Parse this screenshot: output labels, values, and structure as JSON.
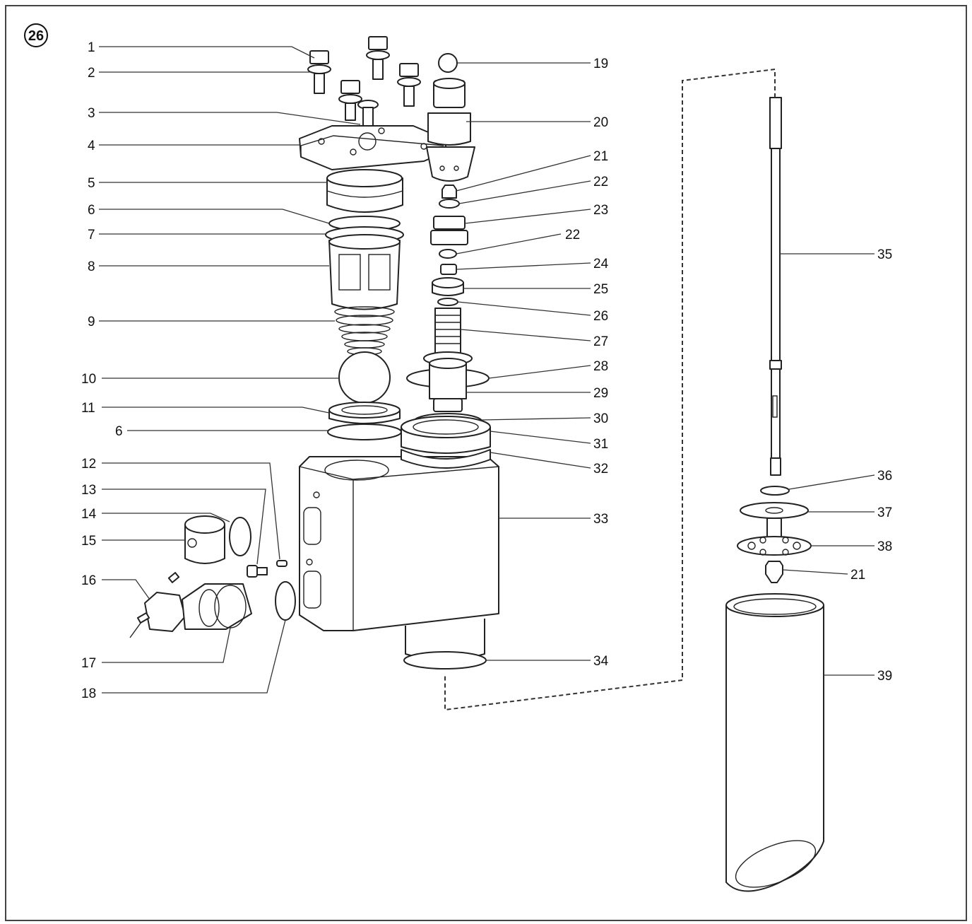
{
  "figure": {
    "badge": "26"
  },
  "callouts": {
    "c1": "1",
    "c2": "2",
    "c3": "3",
    "c4": "4",
    "c5": "5",
    "c6a": "6",
    "c7": "7",
    "c8": "8",
    "c9": "9",
    "c10": "10",
    "c11": "11",
    "c6b": "6",
    "c12": "12",
    "c13": "13",
    "c14": "14",
    "c15": "15",
    "c16": "16",
    "c17": "17",
    "c18": "18",
    "c19": "19",
    "c20": "20",
    "c21a": "21",
    "c22a": "22",
    "c23": "23",
    "c22b": "22",
    "c24": "24",
    "c25": "25",
    "c26": "26",
    "c27": "27",
    "c28": "28",
    "c29": "29",
    "c30": "30",
    "c31": "31",
    "c32": "32",
    "c33": "33",
    "c34": "34",
    "c35": "35",
    "c36": "36",
    "c37": "37",
    "c38": "38",
    "c21b": "21",
    "c39": "39"
  }
}
